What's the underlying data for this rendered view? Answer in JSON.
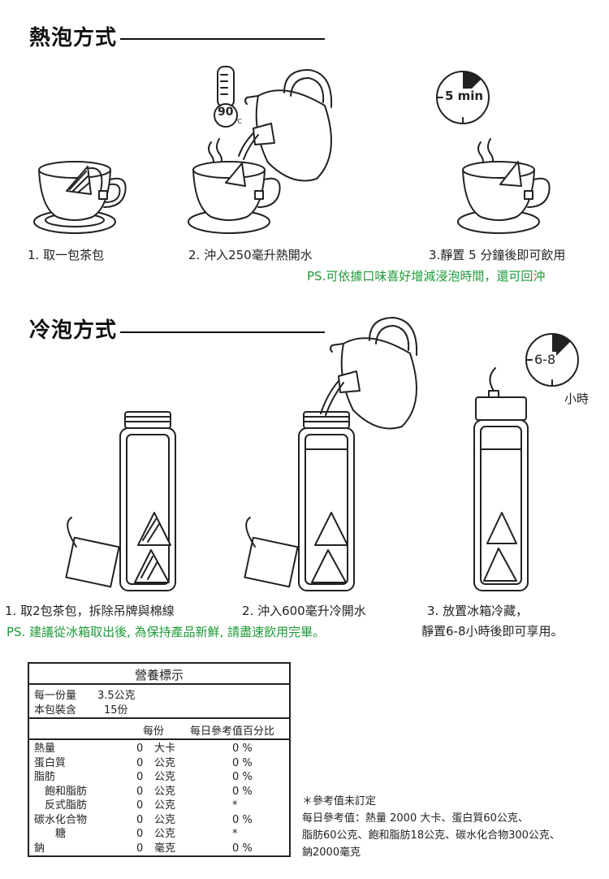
{
  "hot": {
    "title": "熱泡方式",
    "thermometer_label": "90",
    "thermometer_unit": "℃",
    "timer_label": "5 min",
    "steps": [
      "1. 取一包茶包",
      "2. 沖入250毫升熱開水",
      "3.靜置 5 分鐘後即可飲用"
    ],
    "ps": "PS.可依據口味喜好增減浸泡時間，還可回沖"
  },
  "cold": {
    "title": "冷泡方式",
    "timer_label": "6-8",
    "timer_unit": "小時",
    "step1": "1. 取2包茶包，拆除吊牌與棉線",
    "step2": "2. 沖入600毫升冷開水",
    "step3_line1": "3. 放置冰箱冷藏，",
    "step3_line2": "靜置6-8小時後即可享用。",
    "ps": "PS.  建議從冰箱取出後, 為保持產品新鮮, 請盡速飲用完畢。"
  },
  "nutrition": {
    "title": "營養標示",
    "serving_size_label": "每一份量",
    "serving_size_value": "3.5公克",
    "servings_label": "本包裝含",
    "servings_value": "15份",
    "col_per_serving": "每份",
    "col_daily": "每日參考值百分比",
    "rows": [
      {
        "name": "熱量",
        "value": "0",
        "unit": "大卡",
        "pct": "0 %"
      },
      {
        "name": "蛋白質",
        "value": "0",
        "unit": "公克",
        "pct": "0 %"
      },
      {
        "name": "脂肪",
        "value": "0",
        "unit": "公克",
        "pct": "0 %"
      },
      {
        "name": "飽和脂肪",
        "value": "0",
        "unit": "公克",
        "pct": "0 %"
      },
      {
        "name": "反式脂肪",
        "value": "0",
        "unit": "公克",
        "pct": "*"
      },
      {
        "name": "碳水化合物",
        "value": "0",
        "unit": "公克",
        "pct": "0 %"
      },
      {
        "name": "糖",
        "value": "0",
        "unit": "公克",
        "pct": "*"
      },
      {
        "name": "鈉",
        "value": "0",
        "unit": "毫克",
        "pct": "0 %"
      }
    ],
    "note_lines": [
      "＊參考值未訂定",
      "每日參考值：熱量 2000 大卡、蛋白質60公克、",
      "脂肪60公克、飽和脂肪18公克、碳水化合物300公克、",
      "鈉2000毫克"
    ]
  }
}
